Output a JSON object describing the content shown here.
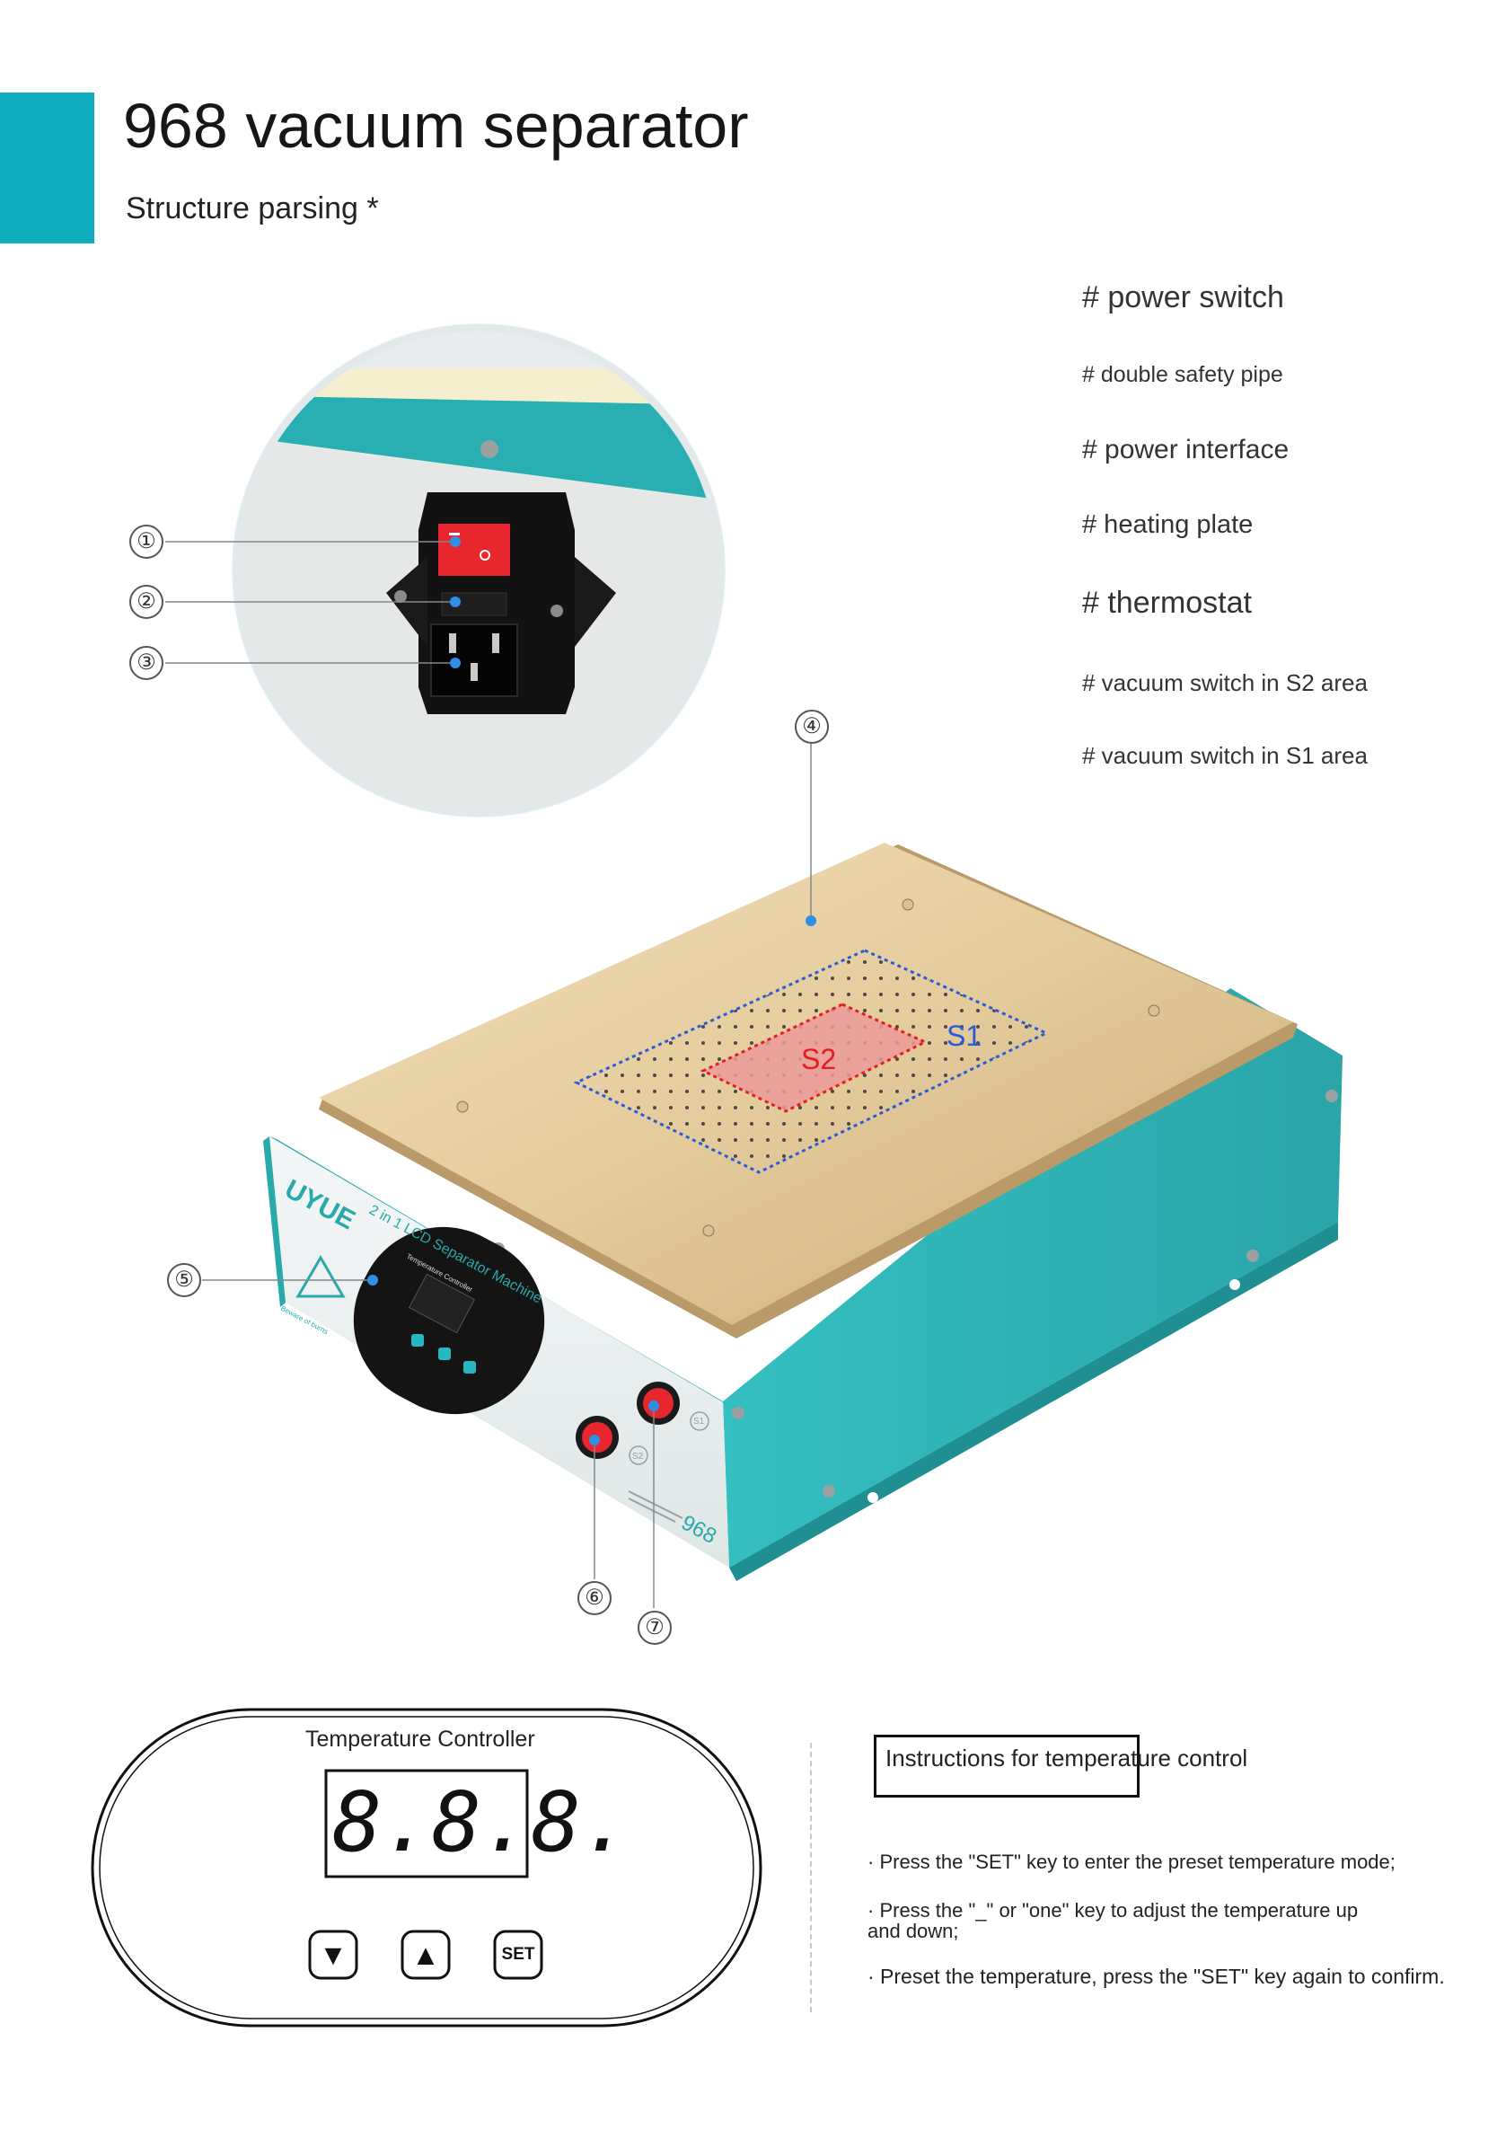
{
  "header": {
    "title": "968 vacuum separator",
    "subtitle": "Structure parsing *"
  },
  "legend": [
    "# power switch",
    "# double safety pipe",
    "# power interface",
    "# heating plate",
    "# thermostat",
    "# vacuum switch in S2 area",
    "# vacuum switch in S1 area"
  ],
  "callouts": [
    "①",
    "②",
    "③",
    "④",
    "⑤",
    "⑥",
    "⑦"
  ],
  "machine": {
    "brand": "UYUE",
    "model": "968",
    "panel_text": "2 in 1 LCD Separator Machine",
    "controller_label": "Temperature Controller",
    "zone_s1": "S1",
    "zone_s2": "S2",
    "switch_s1": "S1",
    "switch_s2": "S2",
    "warning_text": "Beware of burns"
  },
  "controller": {
    "title": "Temperature Controller",
    "display": "8.8.8.",
    "buttons": [
      "▼",
      "▲",
      "SET"
    ]
  },
  "instructions": {
    "heading": "Instructions for temperature control",
    "items": [
      "· Press the \"SET\" key to enter the preset temperature mode;",
      "· Press the \"_\" or \"one\" key to adjust the temperature up",
      "and down;",
      "· Preset the temperature, press the \"SET\" key again to confirm."
    ]
  },
  "colors": {
    "accent": "#0fadbe",
    "machine_body": "#2fb7b9",
    "heating_plate": "#e2c899",
    "s1_zone": "#2a5bd7",
    "s2_zone": "#e02020",
    "switch_red": "#e8262d"
  }
}
